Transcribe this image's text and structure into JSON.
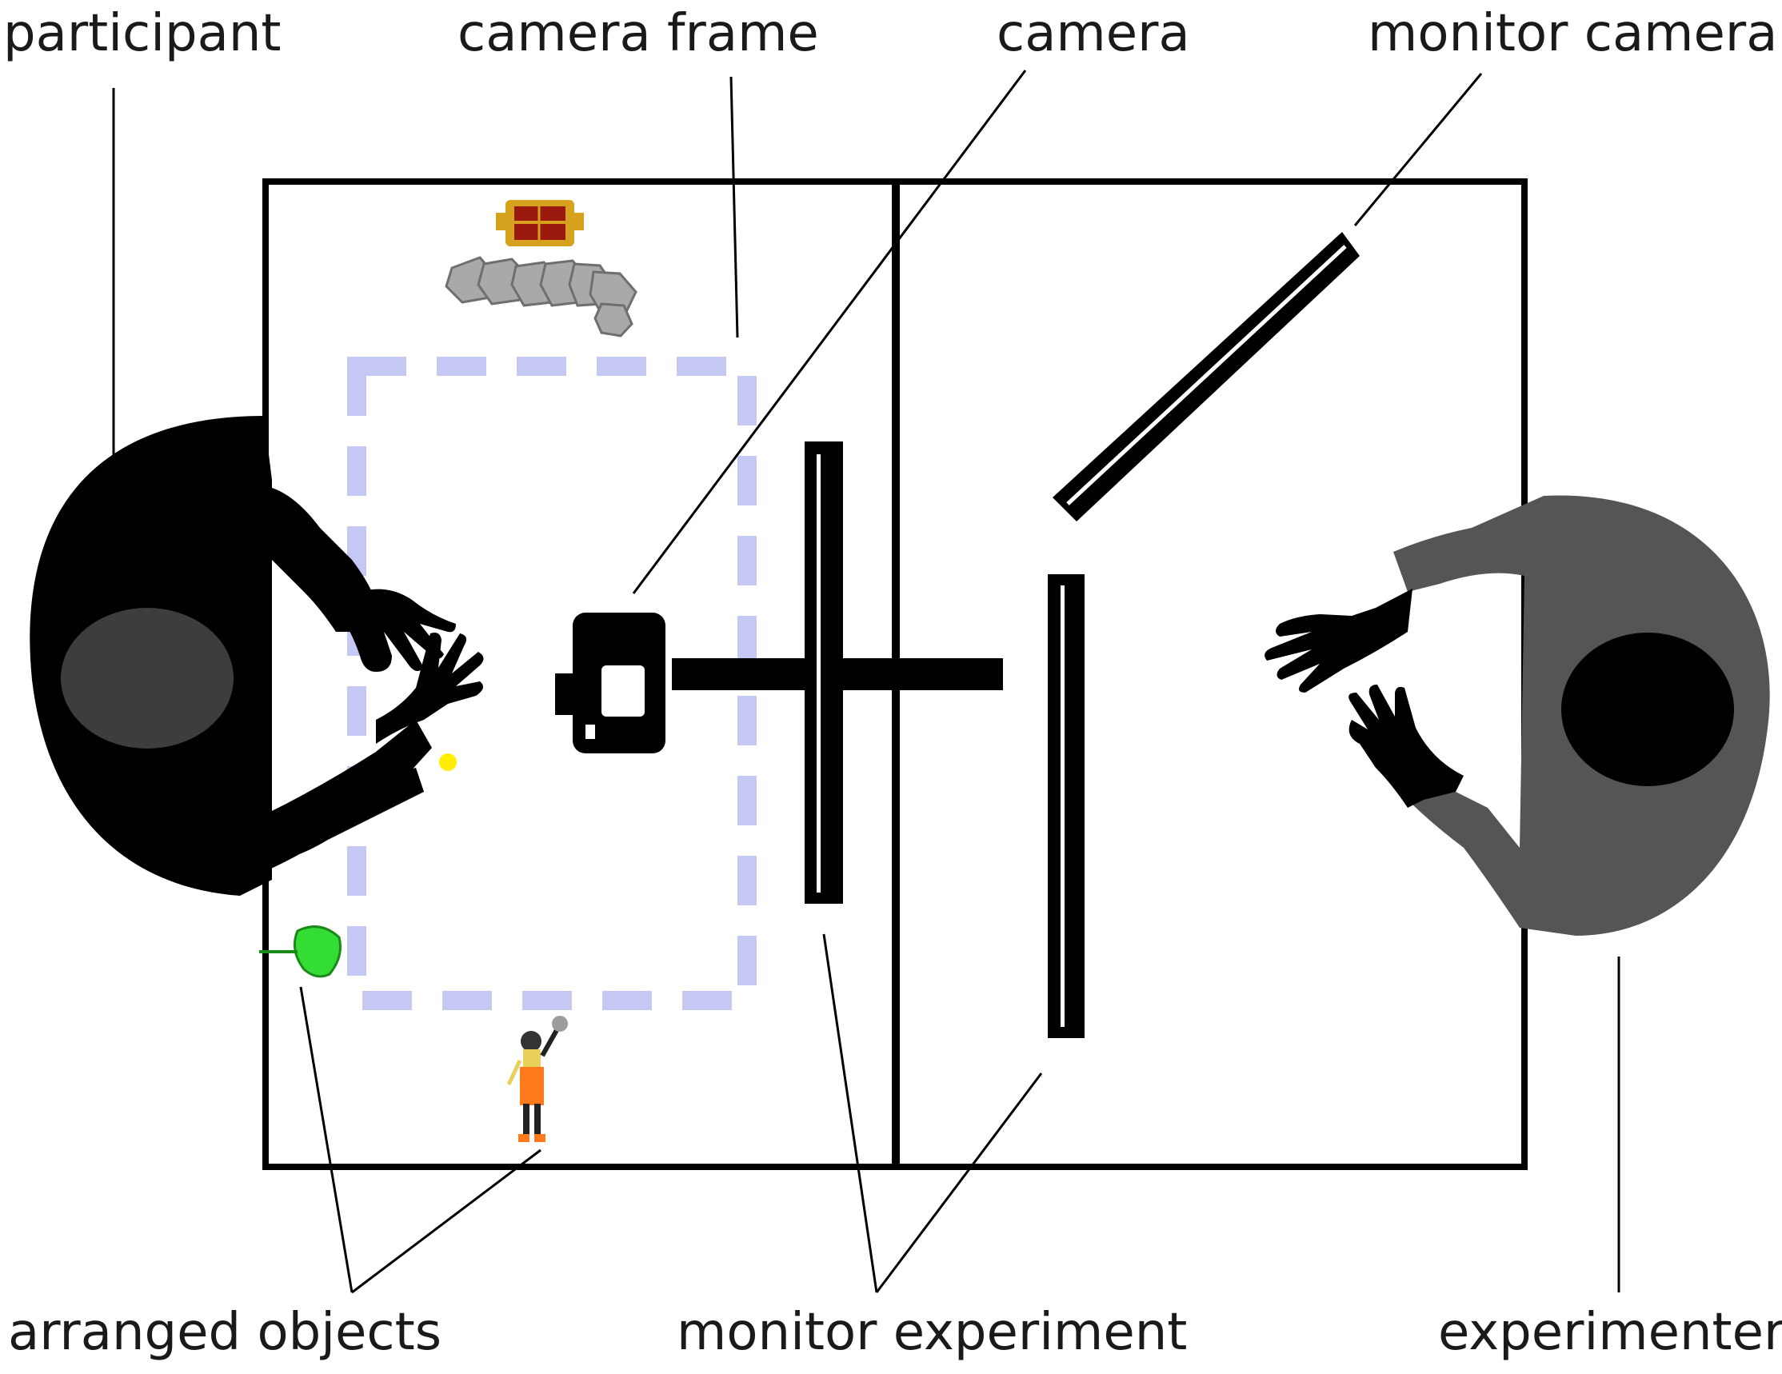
{
  "labels": {
    "participant": "participant",
    "camera_frame": "camera frame",
    "camera": "camera",
    "monitor_camera": "monitor camera",
    "arranged_objects": "arranged objects",
    "monitor_experiment": "monitor experiment",
    "experimenter": "experimenter"
  },
  "colors": {
    "ink": "#000000",
    "participant_body": "#000000",
    "participant_head": "#3d3d3d",
    "experimenter_body": "#555555",
    "experimenter_head": "#000000",
    "camera_frame_dash": "#c6c8f4",
    "marker_dot": "#ffee00",
    "chest_red": "#9b1a10",
    "chest_gold": "#d6a21e",
    "rock_gray": "#a9a9a9",
    "stingray_green": "#33dd33",
    "diver_orange": "#ff7a1c",
    "diver_yellow": "#e8d05a"
  }
}
